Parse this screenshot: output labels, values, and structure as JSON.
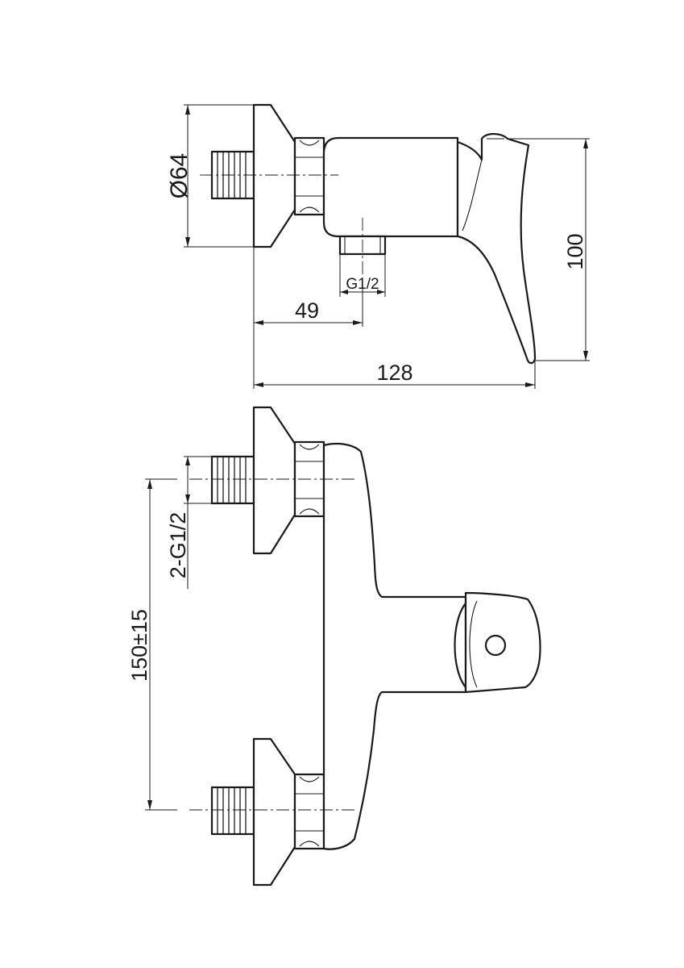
{
  "dimensions": {
    "flange_diameter": "Ø64",
    "outlet_thread": "G1/2",
    "outlet_offset": "49",
    "total_depth": "128",
    "total_height": "100",
    "inlet_thread": "2-G1/2",
    "inlet_spacing": "150±15"
  },
  "colors": {
    "line": "#1a1a1a",
    "background": "#ffffff"
  }
}
